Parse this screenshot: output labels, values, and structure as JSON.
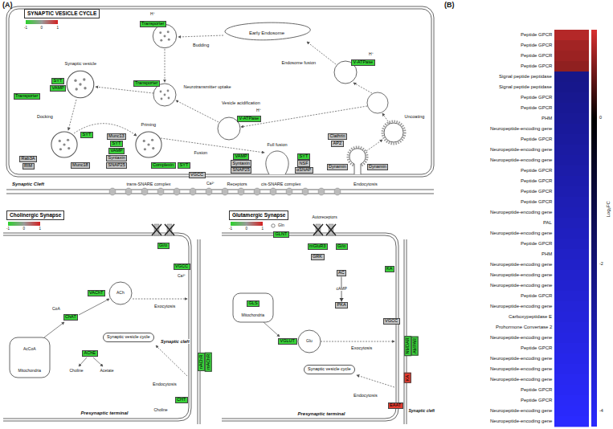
{
  "diagram": {
    "nodes": [
      {
        "text": [
          "SYNAPTIC VESICLE CYCLE"
        ]
      },
      {
        "text": [
          "Transporter"
        ]
      },
      {
        "text": [
          "SYT"
        ]
      },
      {
        "text": [
          "VAMP"
        ]
      },
      {
        "text": [
          "Transporter"
        ]
      },
      {
        "text": [
          "Transporter"
        ]
      },
      {
        "text": [
          "V-ATPase"
        ]
      },
      {
        "text": [
          "V-ATPase"
        ]
      },
      {
        "text": [
          "SYT"
        ]
      },
      {
        "text": [
          "Munc13"
        ]
      },
      {
        "text": [
          "SYT"
        ]
      },
      {
        "text": [
          "VAMP"
        ]
      },
      {
        "text": [
          "Syntaxin"
        ]
      },
      {
        "text": [
          "SNAP25"
        ]
      },
      {
        "text": [
          "Rab3A"
        ]
      },
      {
        "text": [
          "RIM"
        ]
      },
      {
        "text": [
          "Munc18"
        ]
      },
      {
        "text": [
          "Complexin"
        ]
      },
      {
        "text": [
          "SYT"
        ]
      },
      {
        "text": [
          "VGCC"
        ]
      },
      {
        "text": [
          "VAMP"
        ]
      },
      {
        "text": [
          "Syntaxin"
        ]
      },
      {
        "text": [
          "SNAP25"
        ]
      },
      {
        "text": [
          "SYT"
        ]
      },
      {
        "text": [
          "NSF"
        ]
      },
      {
        "text": [
          "αSNAP"
        ]
      },
      {
        "text": [
          "Clathrin"
        ]
      },
      {
        "text": [
          "AP2"
        ]
      },
      {
        "text": [
          "Dynamin"
        ]
      },
      {
        "text": [
          "Dynamin"
        ]
      },
      {
        "text": [
          "Cholinergic Synapse"
        ]
      },
      {
        "text": [
          "Gi/o"
        ]
      },
      {
        "text": [
          "VGCC"
        ]
      },
      {
        "text": [
          "VAChT"
        ]
      },
      {
        "text": [
          "ChAT"
        ]
      },
      {
        "text": [
          "AChE"
        ]
      },
      {
        "text": [
          "CHT"
        ]
      },
      {
        "text": [
          "nAChR"
        ]
      },
      {
        "text": [
          "mAChR"
        ]
      },
      {
        "text": [
          "Synaptic vesicle cycle"
        ]
      },
      {
        "text": [
          "Glutamergic Synapse"
        ]
      },
      {
        "text": [
          "GLNT"
        ]
      },
      {
        "text": [
          "mGluR3"
        ]
      },
      {
        "text": [
          "Gi/o"
        ]
      },
      {
        "text": [
          "GRK"
        ]
      },
      {
        "text": [
          "AC"
        ]
      },
      {
        "text": [
          "PKA"
        ]
      },
      {
        "text": [
          "KA"
        ]
      },
      {
        "text": [
          "VGCC"
        ]
      },
      {
        "text": [
          "GLS"
        ]
      },
      {
        "text": [
          "VGLUT"
        ]
      },
      {
        "text": [
          "Synaptic vesicle cycle"
        ]
      },
      {
        "text": [
          "NMDAR"
        ]
      },
      {
        "text": [
          "AMPAR"
        ]
      },
      {
        "text": [
          "KA"
        ]
      },
      {
        "text": [
          "EAAT"
        ]
      }
    ],
    "edges": [
      {
        "from": 45,
        "to": 46,
        "arrow": "to",
        "label": "cAMP"
      }
    ],
    "labels": [
      "(A)",
      "(B)",
      "-1",
      "0",
      "1",
      "Early Endosome",
      "Budding",
      "Endosome fusion",
      "Synaptic vesicle",
      "Neurotransmitter uptake",
      "Docking",
      "Priming",
      "Fusion",
      "Vesicle acidification",
      "Full fusion",
      "Uncoating",
      "Endocytosis",
      "trans-SNARE complex",
      "cis-SNARE complex",
      "Ca²⁺",
      "Synaptic Cleft",
      "Receptors",
      "H⁺",
      "H⁺",
      "H⁺",
      "-1",
      "0",
      "1",
      "ACh",
      "Exocytosis",
      "Endocytosis",
      "Mitochondria",
      "AcCoA",
      "CoA",
      "Choline",
      "Acetate",
      "Synaptic cleft",
      "Presynaptic terminal",
      "Ca²⁺",
      "Choline",
      "-1",
      "0",
      "1",
      "Gln",
      "Autoreceptors",
      "Mitochondria",
      "Glu",
      "Exocytosis",
      "Endocytosis",
      "Synaptic cleft",
      "Presynaptic terminal",
      "Peptide GPCR",
      "Peptide GPCR",
      "Peptide GPCR",
      "Peptide GPCR",
      "Signal peptide peptidase",
      "Signal peptide peptidase",
      "Peptide GPCR",
      "Peptide GPCR",
      "PHM",
      "Neuropeptide-encoding gene",
      "Peptide GPCR",
      "Neuropeptide-encoding gene",
      "Neuropeptide-encoding gene",
      "Peptide GPCR",
      "Peptide GPCR",
      "Peptide GPCR",
      "Peptide GPCR",
      "Neuropeptide-encoding gene",
      "PAL",
      "Neuropeptide-encoding gene",
      "Peptide GPCR",
      "PHM",
      "Neuropeptide-encoding gene",
      "Neuropeptide-encoding gene",
      "Neuropeptide-encoding gene",
      "Peptide GPCR",
      "Neuropeptide-encoding gene",
      "Carboxypeptidase E",
      "Prohormone Convertase 2",
      "Neuropeptide-encoding gene",
      "Peptide GPCR",
      "Neuropeptide-encoding gene",
      "Neuropeptide-encoding gene",
      "Neuropeptide-encoding gene",
      "Peptide GPCR",
      "Peptide GPCR",
      "Neuropeptide-encoding gene",
      "Neuropeptide-encoding gene",
      "0",
      "-2",
      "-4",
      "Log₂FC"
    ]
  }
}
